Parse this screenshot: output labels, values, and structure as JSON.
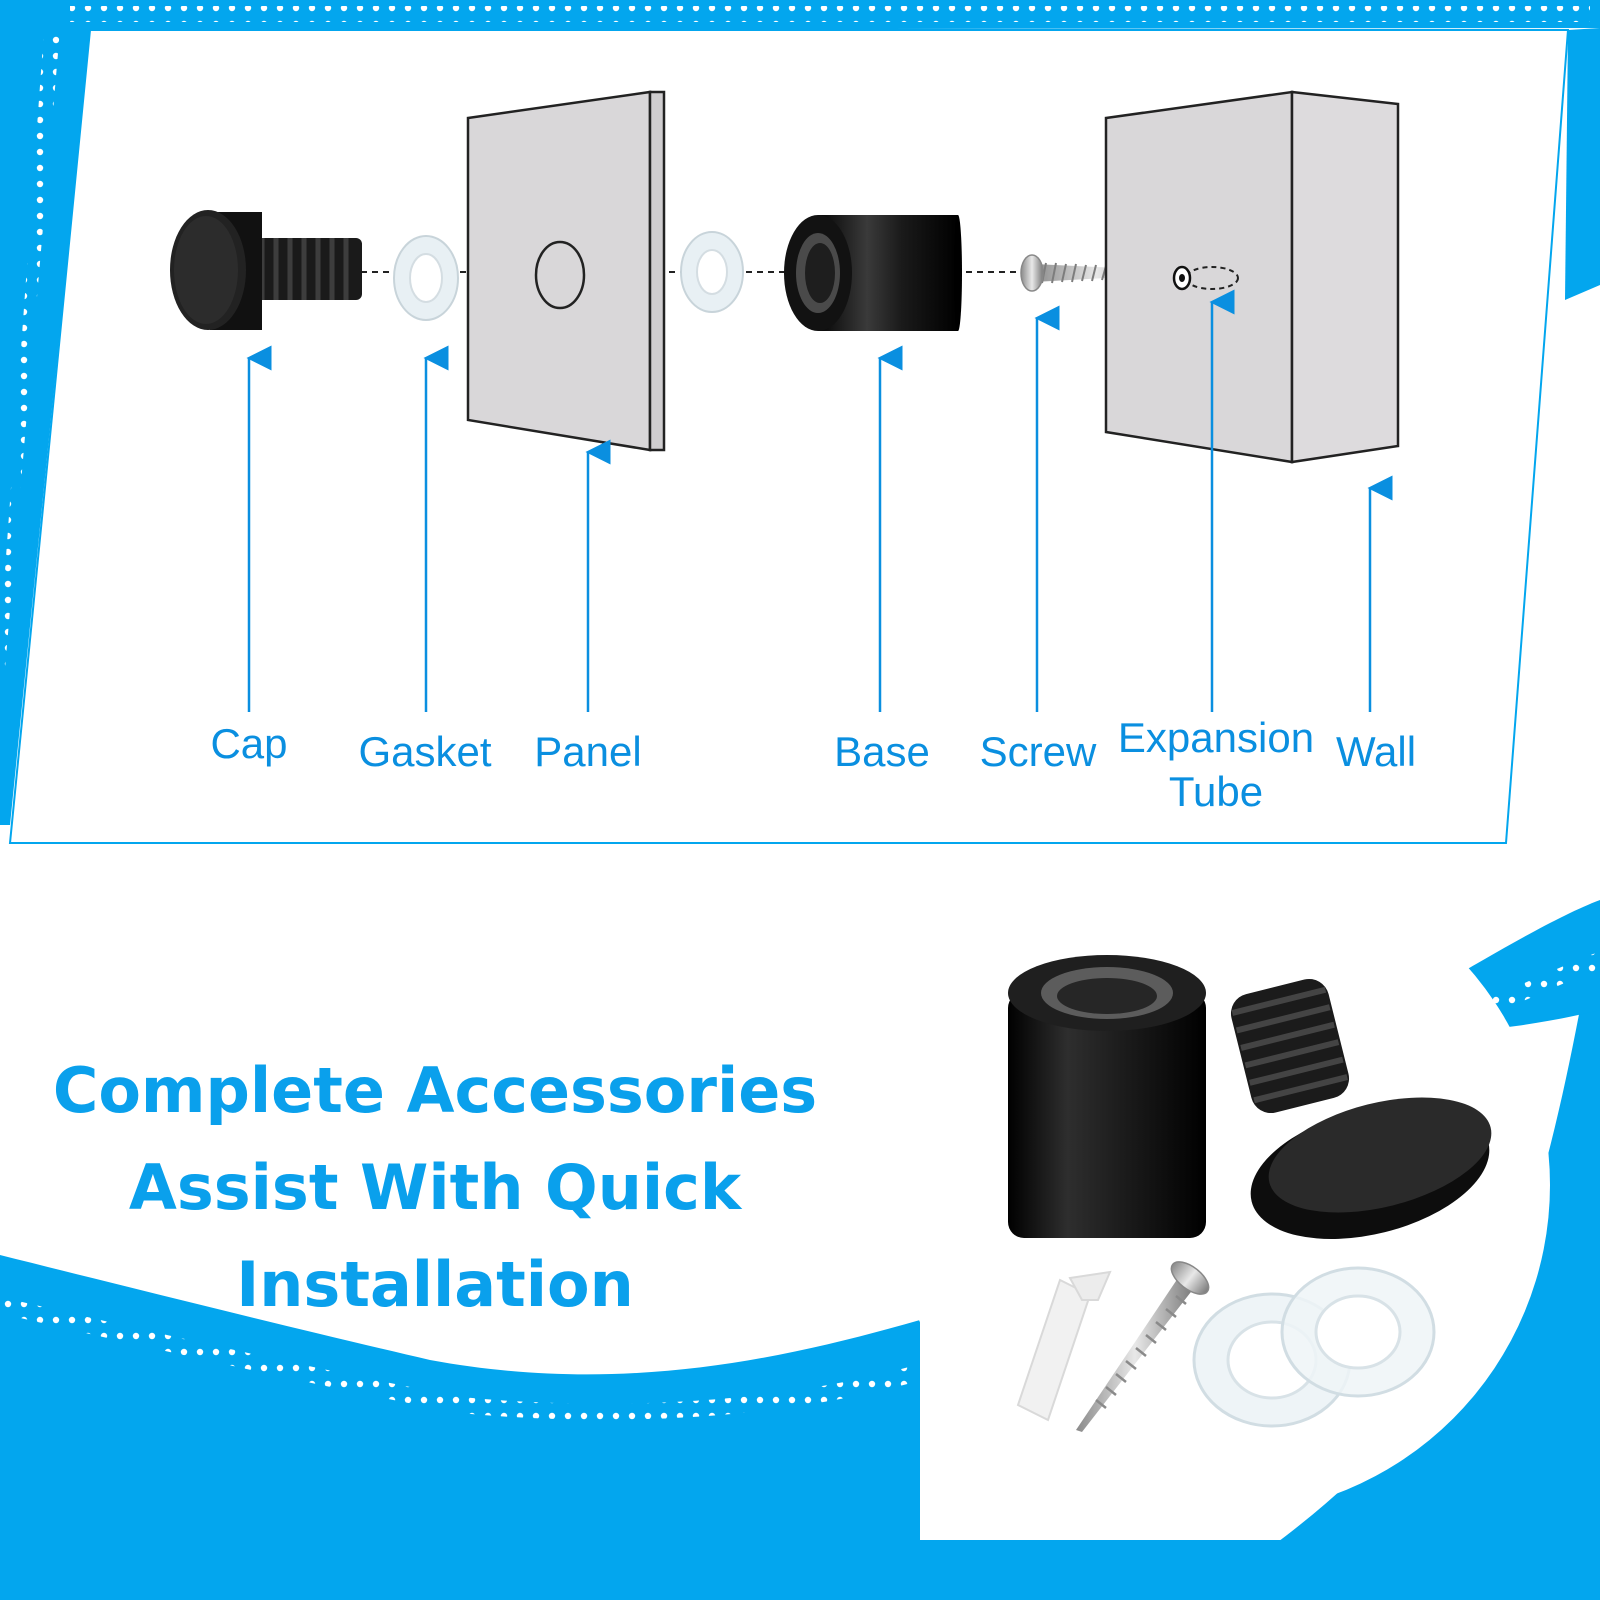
{
  "diagram": {
    "labels": {
      "cap": "Cap",
      "gasket": "Gasket",
      "panel": "Panel",
      "base": "Base",
      "screw": "Screw",
      "expansion_tube_line1": "Expansion",
      "expansion_tube_line2": "Tube",
      "wall": "Wall"
    }
  },
  "headline": {
    "line1": "Complete Accessories",
    "line2": "Assist With Quick",
    "line3": "Installation"
  },
  "colors": {
    "brand_blue": "#03a6ee",
    "label_blue": "#0a8fe0",
    "headline_blue": "#0aa0ec",
    "panel_gray": "#d9d7d9",
    "hardware_black": "#161616"
  }
}
